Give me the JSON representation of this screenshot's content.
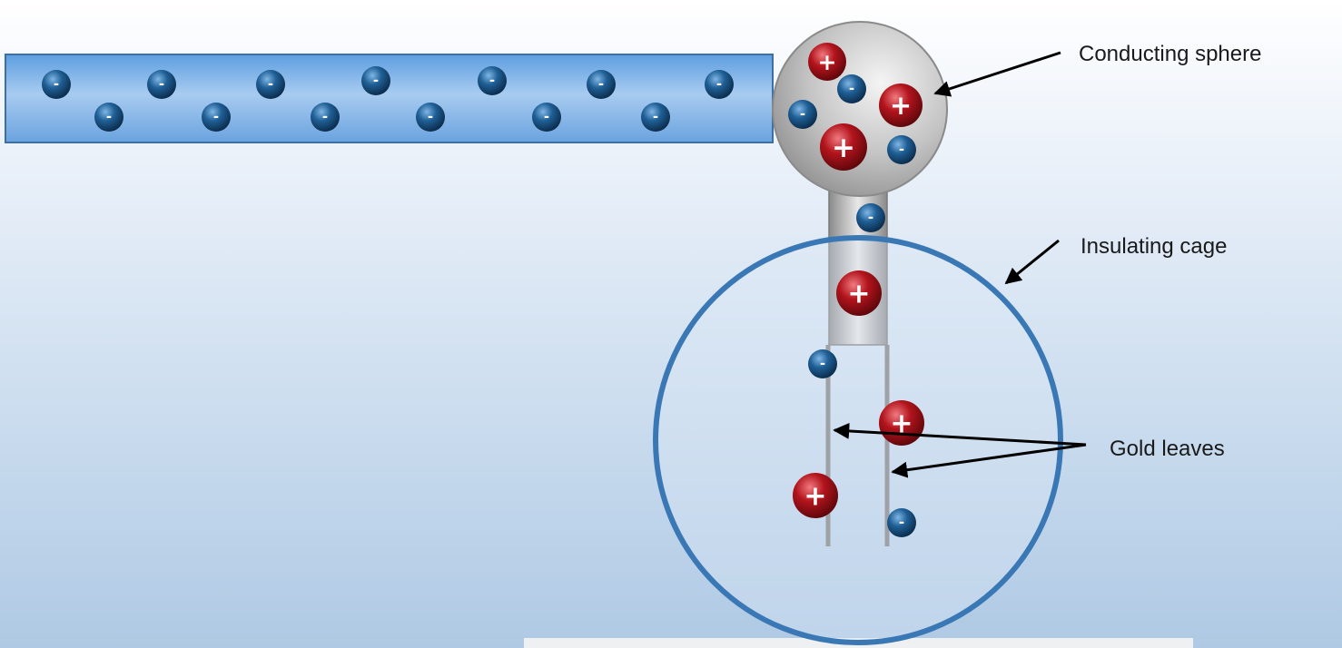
{
  "labels": {
    "sphere": "Conducting sphere",
    "cage": "Insulating cage",
    "leaves": "Gold leaves"
  },
  "charge_signs": {
    "positive": "+",
    "negative": "-"
  },
  "colors": {
    "negative_charge": "#1f5f95",
    "positive_charge": "#b3141c",
    "rod": "#7aaee5",
    "cage": "#3a78b5",
    "conductor": "#b8b8b8"
  }
}
